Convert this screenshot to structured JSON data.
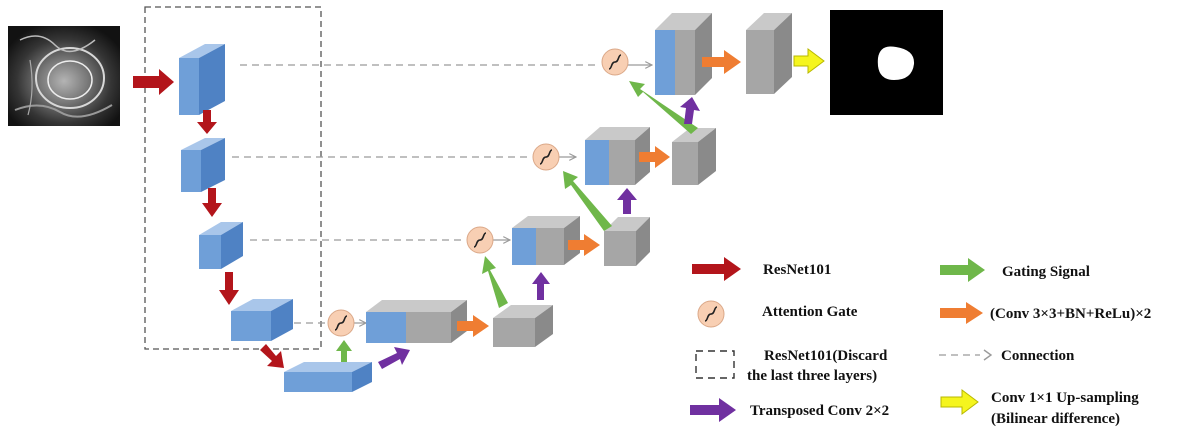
{
  "colors": {
    "resnet_arrow": "#b3151b",
    "gating_arrow": "#6fb74a",
    "conv_arrow": "#ef7d32",
    "transposed_arrow": "#7030a0",
    "upsample_arrow": "#f5f51e",
    "attention_gate": "#f8cfb3",
    "encoder_block": "#6f9fd8",
    "decoder_block": "#a6a6a6",
    "connection_line": "#9a9a9a"
  },
  "images": {
    "input": "mri-scan-input",
    "output": "binary-segmentation-mask"
  },
  "legend": {
    "resnet101": "ResNet101",
    "gating_signal": "Gating Signal",
    "attention_gate": "Attention Gate",
    "conv_block": "(Conv 3×3+BN+ReLu)×2",
    "resnet_discard_line1": "ResNet101(Discard",
    "resnet_discard_line2": "the last three layers)",
    "connection": "Connection",
    "transposed_conv": "Transposed Conv 2×2",
    "conv1x1_line1": "Conv 1×1 Up-sampling",
    "conv1x1_line2": "(Bilinear difference)"
  }
}
